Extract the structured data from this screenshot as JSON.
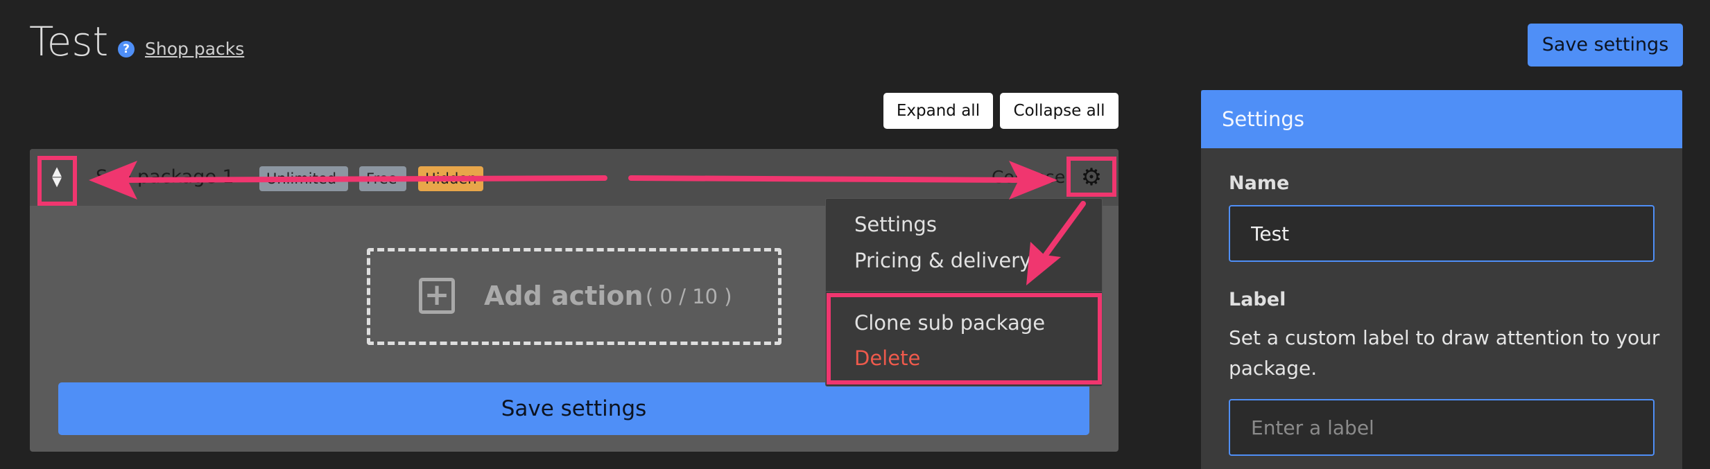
{
  "header": {
    "title": "Test",
    "help_icon": "question-circle-icon",
    "shop_packs_link": "Shop packs",
    "save_button": "Save settings"
  },
  "toolbar": {
    "expand_all": "Expand all",
    "collapse_all": "Collapse all"
  },
  "package": {
    "title": "Sub package 1",
    "badges": [
      "Unlimited",
      "Free",
      "Hidden"
    ],
    "collapse_label": "Collapse",
    "sort_icon": "sort-arrows-icon",
    "gear_icon": "gear-icon",
    "add_action": {
      "label": "Add action",
      "count": "( 0 / 10 )",
      "icon": "plus-square-icon"
    },
    "save_button": "Save settings"
  },
  "dropdown": {
    "items": [
      "Settings",
      "Pricing & delivery",
      "Clone sub package",
      "Delete"
    ]
  },
  "settings_panel": {
    "title": "Settings",
    "name_label": "Name",
    "name_value": "Test",
    "label_label": "Label",
    "label_help": "Set a custom label to draw attention to your package.",
    "label_placeholder": "Enter a label"
  },
  "colors": {
    "primary": "#4f8ff7",
    "highlight": "#f0366f",
    "danger": "#ef5a4c",
    "badge_hidden": "#e8a64a"
  }
}
